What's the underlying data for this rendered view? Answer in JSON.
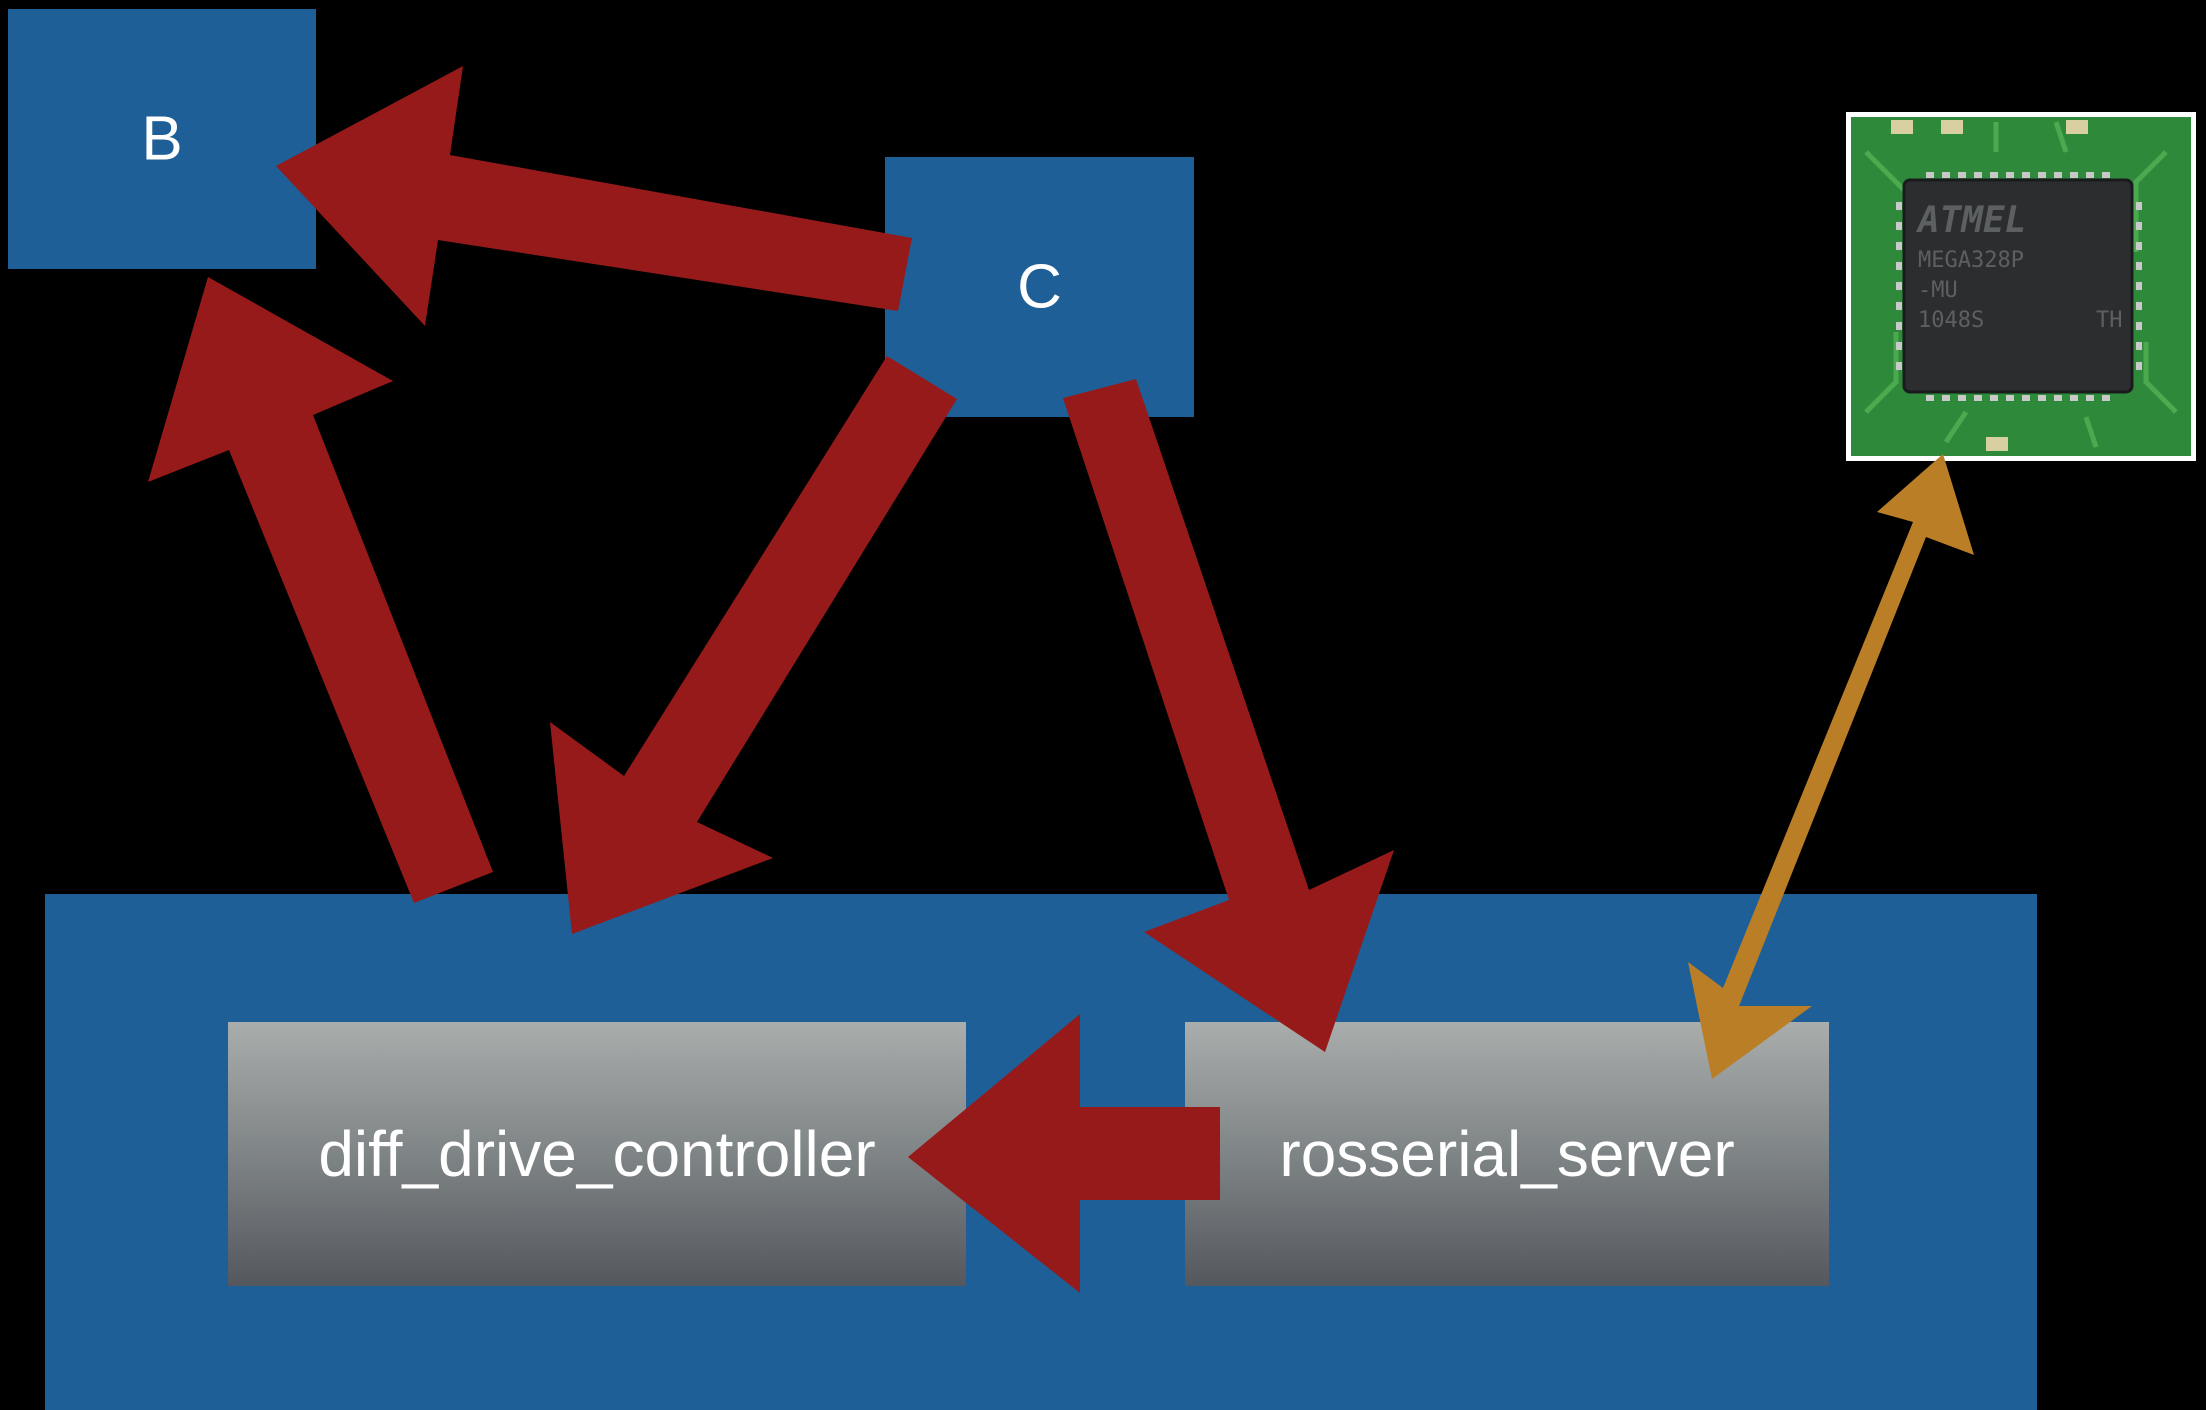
{
  "nodes": {
    "b": {
      "label": "B"
    },
    "c": {
      "label": "C"
    },
    "diff_drive_controller": {
      "label": "diff_drive_controller"
    },
    "rosserial_server": {
      "label": "rosserial_server"
    }
  },
  "chip": {
    "markings": [
      "ATMEL",
      "MEGA328P",
      "-MU",
      "1048S",
      "TH"
    ]
  },
  "colors": {
    "box_blue": "#1f5f97",
    "arrow_red": "#961a1a",
    "arrow_orange": "#ba7e27",
    "background": "#000000"
  },
  "edges": [
    {
      "from": "c",
      "to": "b"
    },
    {
      "from": "diff_drive_controller",
      "to": "b"
    },
    {
      "from": "c",
      "to": "diff_drive_controller"
    },
    {
      "from": "c",
      "to": "rosserial_server"
    },
    {
      "from": "rosserial_server",
      "to": "diff_drive_controller"
    },
    {
      "from": "rosserial_server",
      "to": "chip",
      "bidirectional": true
    }
  ]
}
